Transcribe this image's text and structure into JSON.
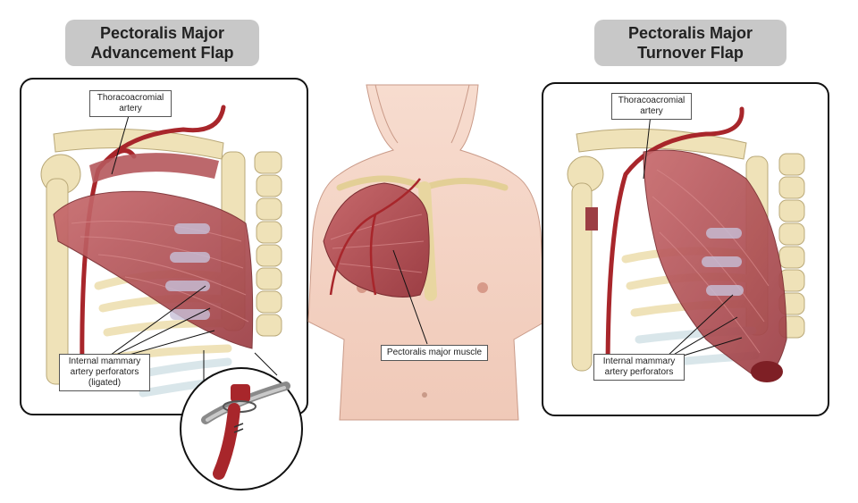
{
  "left_panel": {
    "title_line1": "Pectoralis Major",
    "title_line2": "Advancement Flap",
    "label_artery_line1": "Thoracoacromial",
    "label_artery_line2": "artery",
    "label_perf_line1": "Internal mammary",
    "label_perf_line2": "artery perforators",
    "label_perf_line3": "(ligated)"
  },
  "center_panel": {
    "label_muscle": "Pectoralis major muscle"
  },
  "right_panel": {
    "title_line1": "Pectoralis Major",
    "title_line2": "Turnover Flap",
    "label_artery_line1": "Thoracoacromial",
    "label_artery_line2": "artery",
    "label_perf_line1": "Internal mammary",
    "label_perf_line2": "artery perforators"
  },
  "colors": {
    "muscle": "#b5585c",
    "artery": "#a8262b",
    "bone": "#efe2b8",
    "skin": "#f3d2c3",
    "cartilage": "#d9e6ea",
    "frame": "#111111",
    "pill": "#c8c8c8"
  }
}
